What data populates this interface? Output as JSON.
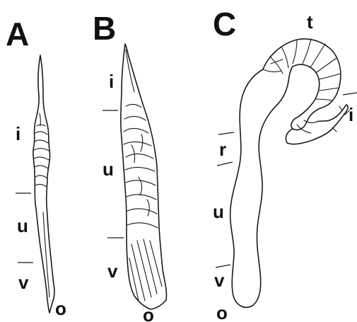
{
  "panels": {
    "a": {
      "letter": "A",
      "labels": {
        "i": "i",
        "u": "u",
        "v": "v",
        "o": "o"
      }
    },
    "b": {
      "letter": "B",
      "labels": {
        "i": "i",
        "u": "u",
        "v": "v",
        "o": "o"
      }
    },
    "c": {
      "letter": "C",
      "labels": {
        "t": "t",
        "i": "i",
        "r": "r",
        "u": "u",
        "v": "v",
        "o": "o"
      }
    }
  },
  "colors": {
    "ink": "#1a1a1a",
    "background": "#ffffff"
  }
}
